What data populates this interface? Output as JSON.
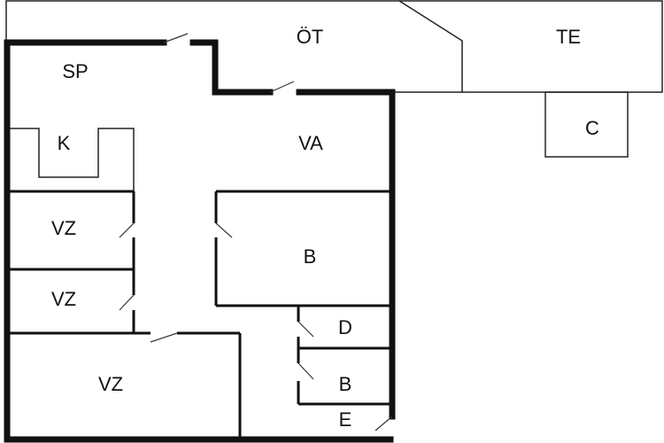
{
  "colors": {
    "wall": "#111111",
    "thin": "#222222",
    "door": "#333333",
    "background": "#ffffff"
  },
  "rooms": {
    "ot": "ÖT",
    "te": "TE",
    "c": "C",
    "sp": "SP",
    "k": "K",
    "va": "VA",
    "vz1": "VZ",
    "vz2": "VZ",
    "vz3": "VZ",
    "b1": "B",
    "d": "D",
    "b2": "B",
    "e": "E"
  }
}
